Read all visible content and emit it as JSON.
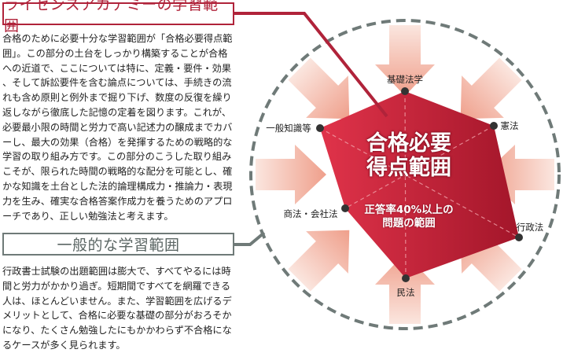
{
  "boxes": {
    "academy_title": "ライセンスアカデミーの学習範囲",
    "general_title": "一般的な学習範囲"
  },
  "paragraphs": {
    "academy": "合格のために必要十分な学習範囲が「合格必要得点範囲」。この部分の土台をしっかり構築することが合格への近道で、ここについては特に、定義・要件・効果、そして訴訟要件を含む論点については、手続きの流れも含め原則と例外まで掘り下げ、数度の反復を繰り返しながら徹底した記憶の定着を図ります。これが、必要最小限の時間と労力で高い記述力の醸成までカバーし、最大の効果（合格）を発揮するための戦略的な学習の取り組み方です。この部分のこうした取り組みこそが、限られた時間の戦略的な配分を可能とし、確かな知識を土台とした法的論理構成力・推論力・表現力を生み、確実な合格答案作成力を養うためのアプローチであり、正しい勉強法と考えます。",
    "general": "行政書士試験の出題範囲は膨大で、すべてやるには時間と労力がかかり過ぎ。短期間ですべてを網羅できる人は、ほとんどいません。また、学習範囲を広げるデメリットとして、合格に必要な基礎の部分がおろそかになり、たくさん勉強したにもかかわらず不合格になるケースが多く見られます。"
  },
  "diagram": {
    "axes": [
      "基礎法学",
      "憲法",
      "行政法",
      "民法",
      "商法・会社法",
      "一般知識等"
    ],
    "center_title_line1": "合格必要",
    "center_title_line2": "得点範囲",
    "center_sub_line1": "正答率40%以上の",
    "center_sub_line2": "問題の範囲"
  },
  "colors": {
    "accent_red": "#b0233a",
    "gray": "#6f7a78",
    "arrow": "#f2b8a8"
  }
}
